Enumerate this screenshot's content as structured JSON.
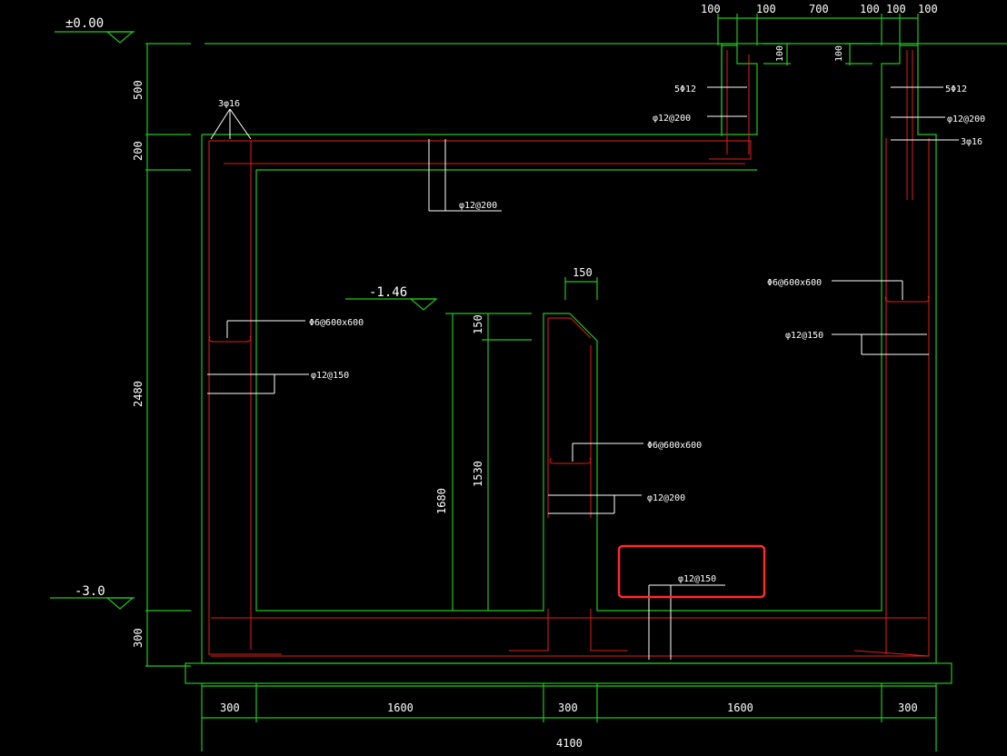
{
  "colors": {
    "background": "#000000",
    "concrete_outline": "#22c51e",
    "reinforcement": "#e0201a",
    "leader": "#ffffff",
    "text": "#ffffff",
    "highlight": "#ff2a2a"
  },
  "elevations": {
    "top": "±0.00",
    "water": "-1.46",
    "bottom": "-3.0"
  },
  "dims": {
    "left_500": "500",
    "left_200": "200",
    "left_2480": "2480",
    "left_300": "300",
    "top_100a": "100",
    "top_100b": "100",
    "top_700": "700",
    "top_100c": "100",
    "top_100d": "100",
    "top_100e": "100",
    "notch_left": "100",
    "notch_right": "100",
    "wall_150": "150",
    "inner_150": "150",
    "inner_1530": "1530",
    "inner_1680": "1680",
    "bottom_300a": "300",
    "bottom_1600a": "1600",
    "bottom_300b": "300",
    "bottom_1600b": "1600",
    "bottom_300c": "300",
    "bottom_total": "4100"
  },
  "rebar": {
    "top_left_3phi16": "3φ16",
    "roof_phi12_200": "φ12@200",
    "left_phi6": "Φ6@600x600",
    "left_phi12_150": "φ12@150",
    "notch_left_5phi12": "5Φ12",
    "notch_left_phi12_200": "φ12@200",
    "notch_right_5phi12": "5Φ12",
    "notch_right_phi12_200": "φ12@200",
    "right_3phi16": "3φ16",
    "right_phi6": "Φ6@600x600",
    "right_phi12_150": "φ12@150",
    "mid_phi6": "Φ6@600x600",
    "mid_phi12_200": "φ12@200",
    "base_phi12_150": "φ12@150"
  }
}
